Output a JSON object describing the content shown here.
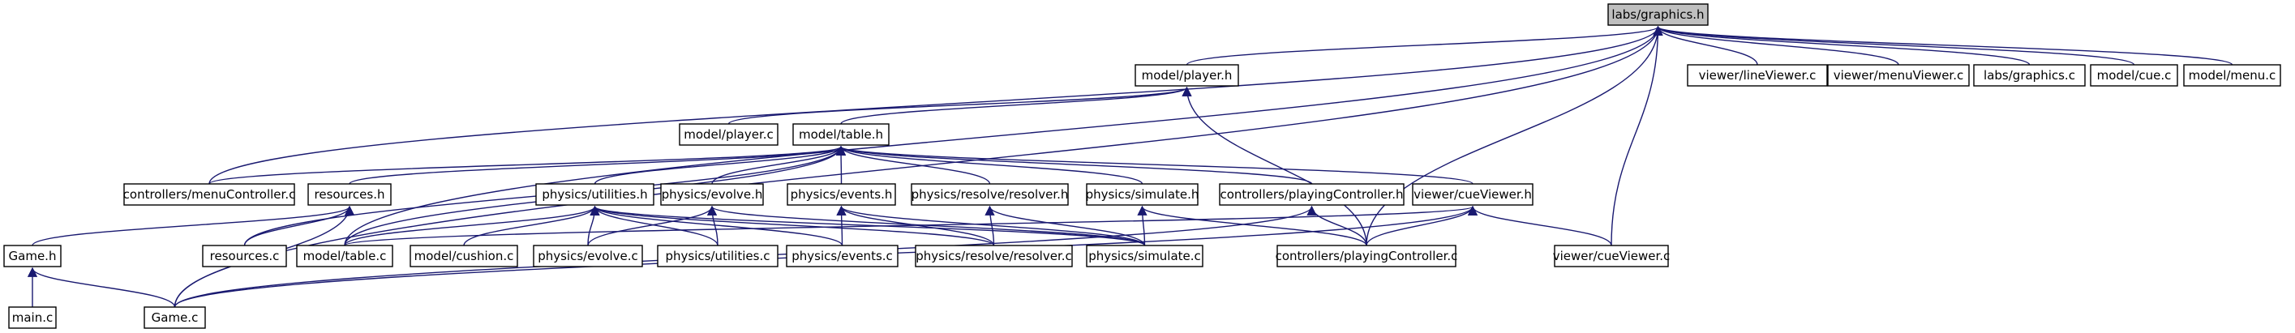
{
  "diagram": {
    "nodes": [
      {
        "id": "graphics_h",
        "label": "labs/graphics.h",
        "root": true
      },
      {
        "id": "lineViewer_c",
        "label": "viewer/lineViewer.c"
      },
      {
        "id": "menuViewer_c",
        "label": "viewer/menuViewer.c"
      },
      {
        "id": "graphics_c",
        "label": "labs/graphics.c"
      },
      {
        "id": "cue_c",
        "label": "model/cue.c"
      },
      {
        "id": "menu_c",
        "label": "model/menu.c"
      },
      {
        "id": "player_h",
        "label": "model/player.h"
      },
      {
        "id": "player_c",
        "label": "model/player.c"
      },
      {
        "id": "table_h",
        "label": "model/table.h"
      },
      {
        "id": "menuController_c",
        "label": "controllers/menuController.c"
      },
      {
        "id": "resources_h",
        "label": "resources.h"
      },
      {
        "id": "utilities_h",
        "label": "physics/utilities.h"
      },
      {
        "id": "evolve_h",
        "label": "physics/evolve.h"
      },
      {
        "id": "events_h",
        "label": "physics/events.h"
      },
      {
        "id": "resolver_h",
        "label": "physics/resolve/resolver.h"
      },
      {
        "id": "simulate_h",
        "label": "physics/simulate.h"
      },
      {
        "id": "playingController_h",
        "label": "controllers/playingController.h"
      },
      {
        "id": "cueViewer_h",
        "label": "viewer/cueViewer.h"
      },
      {
        "id": "Game_h",
        "label": "Game.h"
      },
      {
        "id": "resources_c",
        "label": "resources.c"
      },
      {
        "id": "table_c",
        "label": "model/table.c"
      },
      {
        "id": "cushion_c",
        "label": "model/cushion.c"
      },
      {
        "id": "evolve_c",
        "label": "physics/evolve.c"
      },
      {
        "id": "utilities_c",
        "label": "physics/utilities.c"
      },
      {
        "id": "events_c",
        "label": "physics/events.c"
      },
      {
        "id": "resolver_c",
        "label": "physics/resolve/resolver.c"
      },
      {
        "id": "simulate_c",
        "label": "physics/simulate.c"
      },
      {
        "id": "playingController_c",
        "label": "controllers/playingController.c"
      },
      {
        "id": "cueViewer_c",
        "label": "viewer/cueViewer.c"
      },
      {
        "id": "main_c",
        "label": "main.c"
      },
      {
        "id": "Game_c",
        "label": "Game.c"
      }
    ],
    "edges": [
      [
        "graphics_h",
        "lineViewer_c"
      ],
      [
        "graphics_h",
        "menuViewer_c"
      ],
      [
        "graphics_h",
        "graphics_c"
      ],
      [
        "graphics_h",
        "cue_c"
      ],
      [
        "graphics_h",
        "menu_c"
      ],
      [
        "graphics_h",
        "player_h"
      ],
      [
        "graphics_h",
        "menuController_c"
      ],
      [
        "graphics_h",
        "Game_c"
      ],
      [
        "graphics_h",
        "table_c"
      ],
      [
        "graphics_h",
        "playingController_c"
      ],
      [
        "graphics_h",
        "cueViewer_c"
      ],
      [
        "player_h",
        "player_c"
      ],
      [
        "player_h",
        "table_h"
      ],
      [
        "player_h",
        "playingController_c"
      ],
      [
        "table_h",
        "menuController_c"
      ],
      [
        "table_h",
        "resources_h"
      ],
      [
        "table_h",
        "utilities_h"
      ],
      [
        "table_h",
        "evolve_h"
      ],
      [
        "table_h",
        "events_h"
      ],
      [
        "table_h",
        "resolver_h"
      ],
      [
        "table_h",
        "simulate_h"
      ],
      [
        "table_h",
        "playingController_h"
      ],
      [
        "table_h",
        "cueViewer_h"
      ],
      [
        "table_h",
        "resources_c"
      ],
      [
        "table_h",
        "table_c"
      ],
      [
        "resources_h",
        "Game_h"
      ],
      [
        "resources_h",
        "resources_c"
      ],
      [
        "resources_h",
        "Game_c"
      ],
      [
        "utilities_h",
        "table_c"
      ],
      [
        "utilities_h",
        "cushion_c"
      ],
      [
        "utilities_h",
        "evolve_c"
      ],
      [
        "utilities_h",
        "utilities_c"
      ],
      [
        "utilities_h",
        "events_c"
      ],
      [
        "utilities_h",
        "resolver_c"
      ],
      [
        "utilities_h",
        "simulate_c"
      ],
      [
        "evolve_h",
        "evolve_c"
      ],
      [
        "evolve_h",
        "utilities_c"
      ],
      [
        "evolve_h",
        "simulate_c"
      ],
      [
        "events_h",
        "events_c"
      ],
      [
        "events_h",
        "resolver_c"
      ],
      [
        "events_h",
        "simulate_c"
      ],
      [
        "resolver_h",
        "resolver_c"
      ],
      [
        "resolver_h",
        "simulate_c"
      ],
      [
        "simulate_h",
        "simulate_c"
      ],
      [
        "simulate_h",
        "playingController_c"
      ],
      [
        "playingController_h",
        "playingController_c"
      ],
      [
        "playingController_h",
        "Game_c"
      ],
      [
        "cueViewer_h",
        "table_c"
      ],
      [
        "cueViewer_h",
        "playingController_c"
      ],
      [
        "cueViewer_h",
        "cueViewer_c"
      ],
      [
        "cueViewer_h",
        "Game_c"
      ],
      [
        "Game_h",
        "main_c"
      ],
      [
        "Game_h",
        "Game_c"
      ]
    ]
  },
  "colors": {
    "edge": "#191970",
    "node_border": "#000000",
    "node_fill": "#ffffff",
    "root_fill": "#bfbfbf"
  }
}
